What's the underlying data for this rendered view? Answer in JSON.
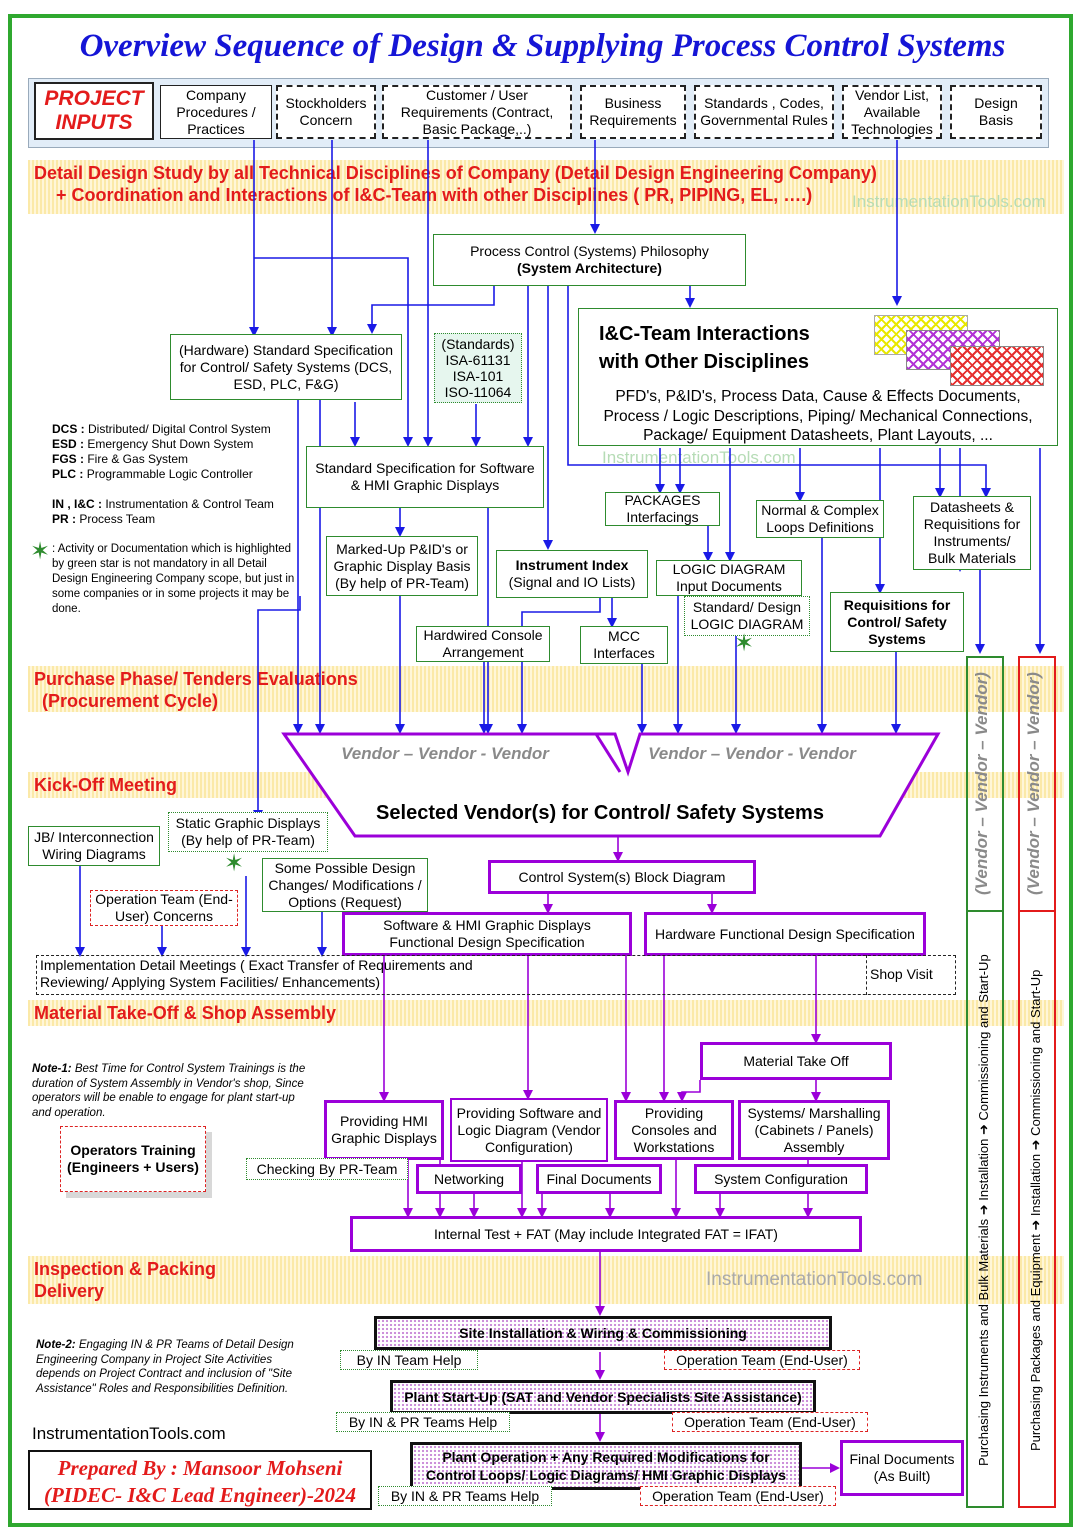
{
  "title": "Overview Sequence of Design & Supplying Process Control Systems",
  "watermark": "InstrumentationTools.com",
  "project_inputs": {
    "label": "PROJECT INPUTS",
    "items": [
      "Company Procedures / Practices",
      "Stockholders Concern",
      "Customer / User Requirements (Contract, Basic Package,..)",
      "Business Requirements",
      "Standards , Codes, Governmental Rules",
      "Vendor List, Available Technologies",
      "Design Basis"
    ]
  },
  "bands": {
    "detail_design_1": "Detail Design Study by all Technical Disciplines of Company (Detail Design Engineering Company)",
    "detail_design_2": "+ Coordination and Interactions of I&C-Team with other Disciplines ( PR, PIPING, EL, ….)",
    "purchase_1": "Purchase Phase/ Tenders Evaluations",
    "purchase_2": "(Procurement Cycle)",
    "kickoff": "Kick-Off Meeting",
    "material": "Material Take-Off & Shop Assembly",
    "inspection_1": "Inspection & Packing",
    "inspection_2": "Delivery"
  },
  "boxes": {
    "philosophy_1": "Process Control (Systems) Philosophy",
    "philosophy_2": "(System Architecture)",
    "hw_spec": "(Hardware) Standard Specification for Control/ Safety Systems (DCS, ESD, PLC, F&G)",
    "standards": [
      "(Standards)",
      "ISA-61131",
      "ISA-101",
      "ISO-11064"
    ],
    "ic_team_title_1": "I&C-Team Interactions",
    "ic_team_title_2": "with Other Disciplines",
    "ic_team_body": [
      "PFD's, P&ID's, Process Data, Cause & Effects Documents,",
      "Process / Logic Descriptions, Piping/ Mechanical Connections,",
      "Package/ Equipment Datasheets, Plant Layouts, ..."
    ],
    "sw_spec": "Standard Specification for Software & HMI Graphic Displays",
    "packages": "PACKAGES Interfacings",
    "normal_complex": "Normal & Complex Loops Definitions",
    "datasheets": "Datasheets & Requisitions for Instruments/ Bulk Materials",
    "marked_up": "Marked-Up P&ID's or Graphic Display Basis (By help of PR-Team)",
    "instrument_index_1": "Instrument Index",
    "instrument_index_2": "(Signal and IO Lists)",
    "logic_diagram": "LOGIC DIAGRAM Input Documents",
    "std_logic": "Standard/ Design LOGIC DIAGRAM",
    "requisitions": "Requisitions for Control/ Safety Systems",
    "hardwired": "Hardwired Console Arrangement",
    "mcc": "MCC Interfaces",
    "vendor_left": "Vendor – Vendor - Vendor",
    "vendor_right": "Vendor – Vendor - Vendor",
    "selected_vendor": "Selected Vendor(s) for Control/ Safety Systems",
    "jb": "JB/ Interconnection Wiring Diagrams",
    "static_graphic": "Static Graphic Displays (By help of PR-Team)",
    "design_changes": "Some Possible Design Changes/ Modifications / Options (Request)",
    "operation_concerns": "Operation Team (End-User) Concerns",
    "block_diagram": "Control System(s) Block Diagram",
    "sw_fds": "Software & HMI Graphic Displays Functional Design Specification",
    "hw_fds": "Hardware Functional Design Specification",
    "implementation": "Implementation Detail Meetings ( Exact Transfer of Requirements and Reviewing/ Applying System Facilities/ Enhancements)",
    "shop_visit": "Shop Visit",
    "mto": "Material Take Off",
    "hmi": "Providing HMI Graphic Displays",
    "sw_logic": "Providing Software and Logic Diagram (Vendor Configuration)",
    "consoles": "Providing Consoles and Workstations",
    "marshalling": "Systems/ Marshalling (Cabinets / Panels) Assembly",
    "checking": "Checking By PR-Team",
    "networking": "Networking",
    "final_docs": "Final Documents",
    "sys_config": "System Configuration",
    "fat": "Internal Test + FAT (May include Integrated FAT = IFAT)",
    "site_install": "Site Installation & Wiring & Commissioning",
    "by_in": "By IN Team Help",
    "op_team_1": "Operation Team (End-User)",
    "startup": "Plant Start-Up (SAT and Vendor Specialists Site Assistance)",
    "by_in_pr_1": "By IN & PR Teams Help",
    "op_team_2": "Operation Team (End-User)",
    "operation_1": "Plant Operation + Any Required Modifications for",
    "operation_2": "Control Loops/ Logic Diagrams/ HMI Graphic Displays",
    "by_in_pr_2": "By IN & PR Teams Help",
    "op_team_3": "Operation Team (End-User)",
    "as_built": "Final Documents (As Built)",
    "operators_training_1": "Operators Training",
    "operators_training_2": "(Engineers + Users)"
  },
  "legend": [
    {
      "abbr": "DCS :",
      "text": "Distributed/ Digital Control System"
    },
    {
      "abbr": "ESD :",
      "text": "Emergency Shut Down System"
    },
    {
      "abbr": "FGS :",
      "text": "Fire & Gas System"
    },
    {
      "abbr": "PLC :",
      "text": "Programmable Logic Controller"
    },
    {
      "abbr": "IN , I&C :",
      "text": "Instrumentation & Control Team"
    },
    {
      "abbr": "PR :",
      "text": "Process Team"
    }
  ],
  "star_note": ": Activity or Documentation which is highlighted by green star is not mandatory in all Detail Design Engineering Company scope, but just in some companies or in some projects it may be done.",
  "note1_label": "Note-1:",
  "note1": "Best Time for Control System Trainings is the duration of System Assembly in Vendor's shop, Since operators will be enable to engage for plant start-up and operation.",
  "note2_label": "Note-2:",
  "note2": "Engaging IN & PR Teams of Detail Design Engineering Company in Project Site Activities depends on Project Contract and inclusion of \"Site Assistance\" Roles and Responsibilities Definition.",
  "side_columns": {
    "vendor_left": "(Vendor – Vendor – Vendor)",
    "vendor_right": "(Vendor – Vendor – Vendor)",
    "purchasing_left": "Purchasing Instruments and Bulk Materials ➜ Installation ➜ Commissioning and Start-Up",
    "purchasing_right": "Purchasing Packages and Equipment ➜ Installation ➜ Commissioning and Start-Up"
  },
  "footer": {
    "site": "InstrumentationTools.com",
    "prepared_1": "Prepared By : Mansoor Mohseni",
    "prepared_2": "(PIDEC- I&C Lead Engineer)-2024"
  },
  "colors": {
    "title": "#1515d6",
    "band_text": "#e31b1b",
    "frame": "#2fa82f",
    "purple": "#9b00d9",
    "arrow_blue": "#1a1ae6"
  }
}
